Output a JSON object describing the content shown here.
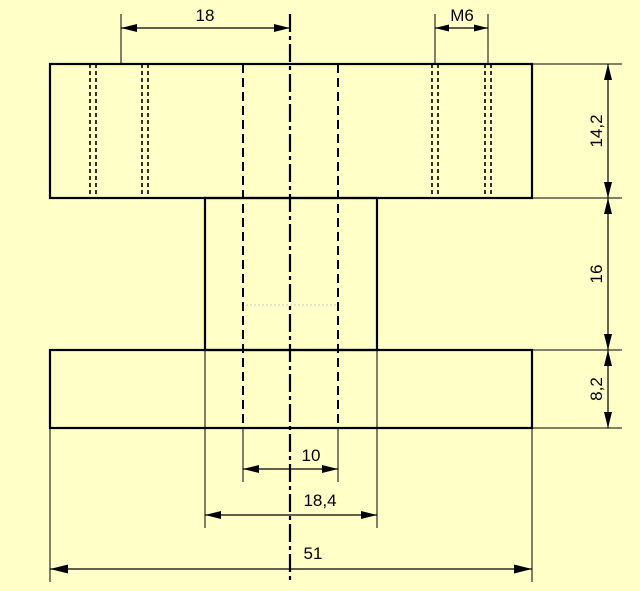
{
  "dimensions": {
    "offset": "18",
    "thread": "M6",
    "top_height": "14,2",
    "middle_height": "16",
    "bottom_height": "8,2",
    "bore": "10",
    "hub_width": "18,4",
    "overall_width": "51"
  }
}
